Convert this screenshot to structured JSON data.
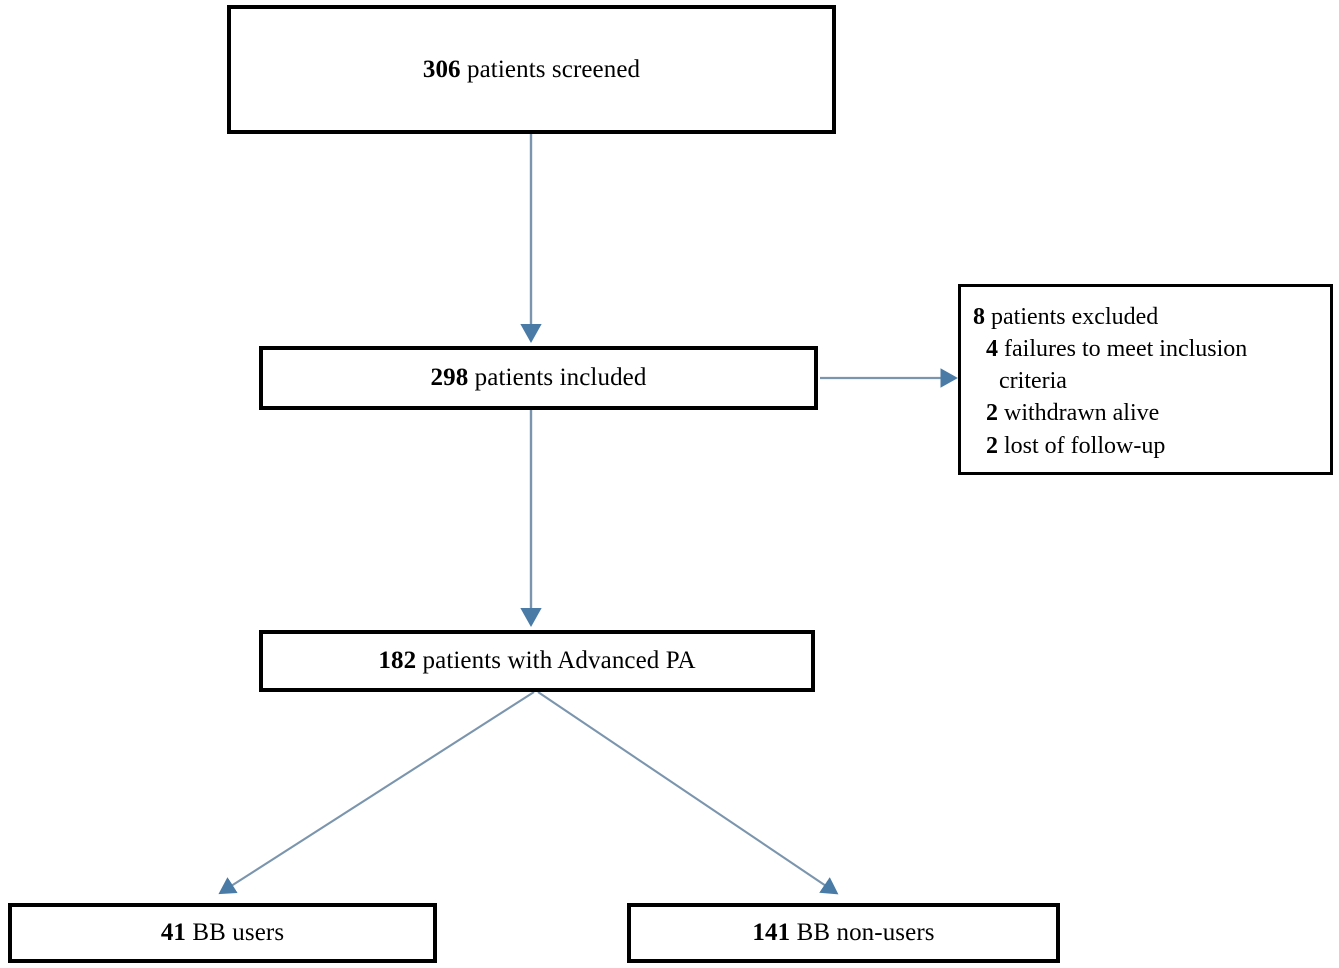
{
  "diagram": {
    "type": "patient-flow-chart",
    "accent_color": "#4a7ba7",
    "border_color": "#000000",
    "background_color": "#ffffff",
    "nodes": {
      "screened": {
        "count": "306",
        "text": " patients screened"
      },
      "included": {
        "count": "298",
        "text": " patients included"
      },
      "advanced": {
        "count": "182",
        "text": " patients with Advanced PA"
      },
      "bb_users": {
        "count": "41",
        "text": " BB users"
      },
      "bb_nonusers": {
        "count": "141",
        "text": " BB non-users"
      },
      "excluded": {
        "lines": [
          {
            "count": "8",
            "text": " patients excluded"
          },
          {
            "count": "4",
            "text": " failures to meet inclusion criteria"
          },
          {
            "count": "2",
            "text": " withdrawn alive"
          },
          {
            "count": "2",
            "text": " lost of follow-up"
          }
        ]
      }
    },
    "edges": [
      {
        "from": "screened",
        "to": "included",
        "direction": "down"
      },
      {
        "from": "included",
        "to": "excluded",
        "direction": "right"
      },
      {
        "from": "included",
        "to": "advanced",
        "direction": "down"
      },
      {
        "from": "advanced",
        "to": "bb_users",
        "direction": "down-left"
      },
      {
        "from": "advanced",
        "to": "bb_nonusers",
        "direction": "down-right"
      }
    ]
  }
}
